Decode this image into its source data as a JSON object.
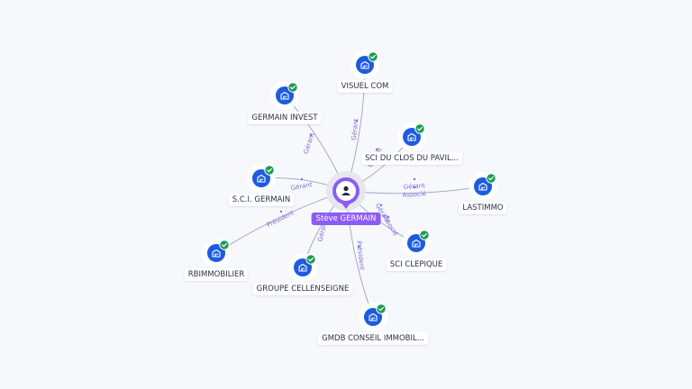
{
  "colors": {
    "background": "#f6f8fc",
    "edge": "#9aa3c0",
    "edge_label": "#7b6fd6",
    "company_icon": "#1d5be0",
    "check_badge": "#1f9a55",
    "center_node": "#8b5cf6"
  },
  "center": {
    "name": "Stève GERMAIN",
    "icon": "person-icon"
  },
  "companies": [
    {
      "id": "visuel-com",
      "name": "VISUEL COM",
      "icon": "building-icon",
      "badge": "check-icon"
    },
    {
      "id": "germain-invest",
      "name": "GERMAIN INVEST",
      "icon": "building-icon",
      "badge": "check-icon"
    },
    {
      "id": "sci-duclos",
      "name": "SCI DU CLOS DU PAVIL...",
      "icon": "building-icon",
      "badge": "check-icon"
    },
    {
      "id": "sci-germain",
      "name": "S.C.I. GERMAIN",
      "icon": "building-icon",
      "badge": "check-icon"
    },
    {
      "id": "lastimmo",
      "name": "LASTIMMO",
      "icon": "building-icon",
      "badge": "check-icon"
    },
    {
      "id": "rbimmobilier",
      "name": "RBIMMOBILIER",
      "icon": "building-icon",
      "badge": "check-icon"
    },
    {
      "id": "sci-clepique",
      "name": "SCI CLEPIQUE",
      "icon": "building-icon",
      "badge": "check-icon"
    },
    {
      "id": "groupe-cellenseigne",
      "name": "GROUPE CELLENSEIGNE",
      "icon": "building-icon",
      "badge": "check-icon"
    },
    {
      "id": "gmdb-conseil",
      "name": "GMDB CONSEIL IMMOBIL...",
      "icon": "building-icon",
      "badge": "check-icon"
    }
  ],
  "relations": [
    {
      "target": "visuel-com",
      "label": "Gérant"
    },
    {
      "target": "germain-invest",
      "label": "Gérant"
    },
    {
      "target": "sci-duclos",
      "label": "Gérant"
    },
    {
      "target": "sci-germain",
      "label": "Gérant"
    },
    {
      "target": "lastimmo",
      "label": "Gérant"
    },
    {
      "target": "lastimmo",
      "label": "Associé"
    },
    {
      "target": "rbimmobilier",
      "label": "Président"
    },
    {
      "target": "sci-clepique",
      "label": "Gérant"
    },
    {
      "target": "sci-clepique",
      "label": "Associé"
    },
    {
      "target": "groupe-cellenseigne",
      "label": "Gérant"
    },
    {
      "target": "gmdb-conseil",
      "label": "Président"
    }
  ]
}
